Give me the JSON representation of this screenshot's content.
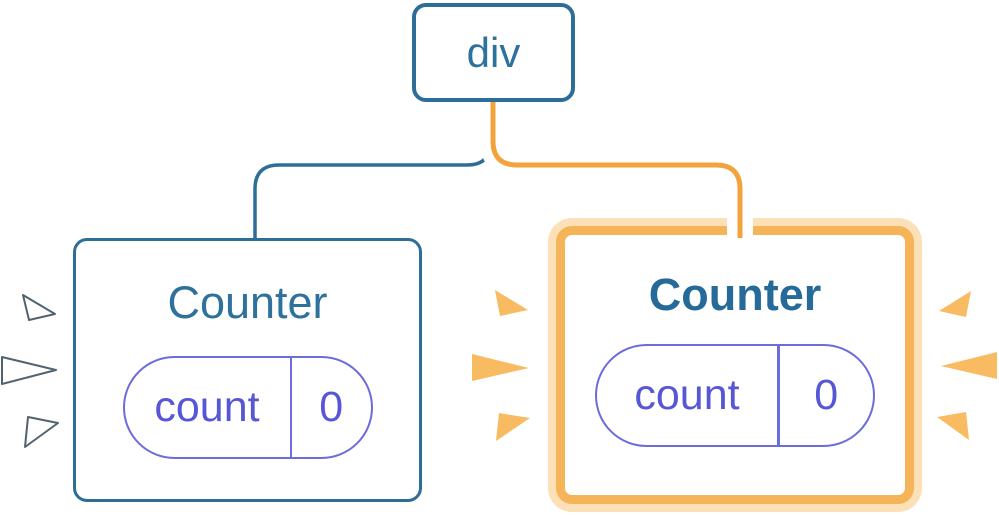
{
  "tree": {
    "root_label": "div",
    "children": [
      {
        "title": "Counter",
        "state_key": "count",
        "state_value": "0",
        "highlighted": false
      },
      {
        "title": "Counter",
        "state_key": "count",
        "state_value": "0",
        "highlighted": true
      }
    ]
  },
  "icons": {
    "left_burst": "white-burst-icon",
    "middle_burst": "orange-burst-icon",
    "right_burst": "orange-burst-icon"
  },
  "colors": {
    "blue": "#2D6E98",
    "blue_text": "#2F719D",
    "blue_text_bold": "#266A99",
    "indigo": "#6C6CDC",
    "indigo_text": "#5757D6",
    "orange_line": "#F2A33C",
    "orange_ring": "#F6B458",
    "orange_ring_light": "#FBE0B8",
    "orange_spark": "#F8BB61",
    "white_spark": "#FFFFFF",
    "spark_outline": "#51636E",
    "card_bg": "#FFFFFF"
  }
}
